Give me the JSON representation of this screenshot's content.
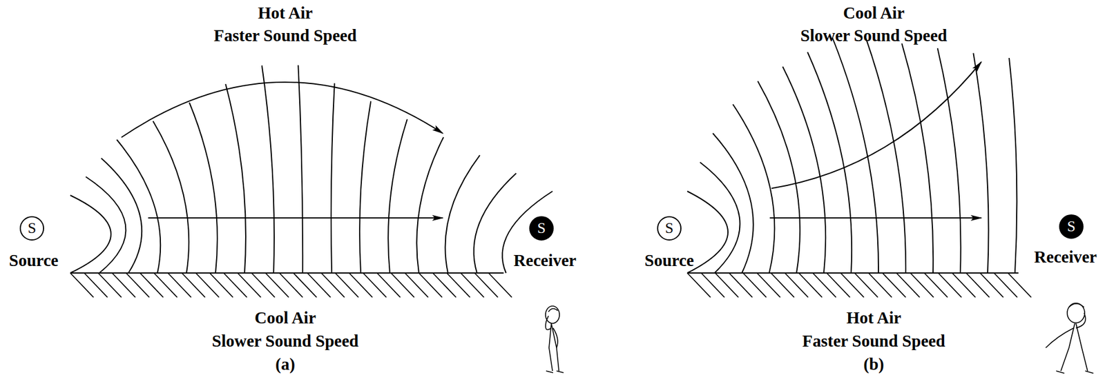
{
  "diagram": {
    "nodes": [
      {
        "text": [
          "S",
          "Source"
        ]
      },
      {
        "text": [
          "S",
          "Receiver"
        ]
      },
      {
        "text": [
          "S",
          "Source"
        ]
      },
      {
        "text": [
          "S",
          "Receiver"
        ]
      }
    ],
    "labels": [
      "Hot Air",
      "Faster Sound Speed",
      "Cool Air",
      "Slower Sound Speed",
      "(a)",
      "Cool Air",
      "Slower Sound Speed",
      "Hot Air",
      "Faster Sound Speed",
      "(b)"
    ]
  }
}
